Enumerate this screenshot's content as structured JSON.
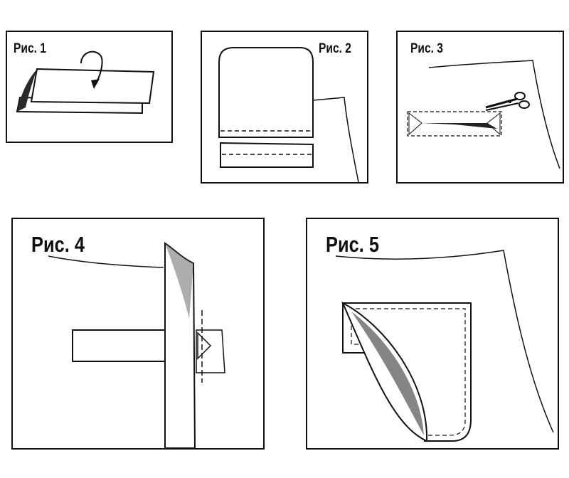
{
  "figures": [
    {
      "id": "fig1",
      "caption": "Рис. 1"
    },
    {
      "id": "fig2",
      "caption": "Рис. 2"
    },
    {
      "id": "fig3",
      "caption": "Рис. 3"
    },
    {
      "id": "fig4",
      "caption": "Рис. 4"
    },
    {
      "id": "fig5",
      "caption": "Рис. 5"
    }
  ],
  "colors": {
    "ink": "#111111",
    "paper": "#ffffff",
    "shade": "#555555"
  },
  "icons": [
    "fold-arrow-icon",
    "scissors-icon"
  ]
}
